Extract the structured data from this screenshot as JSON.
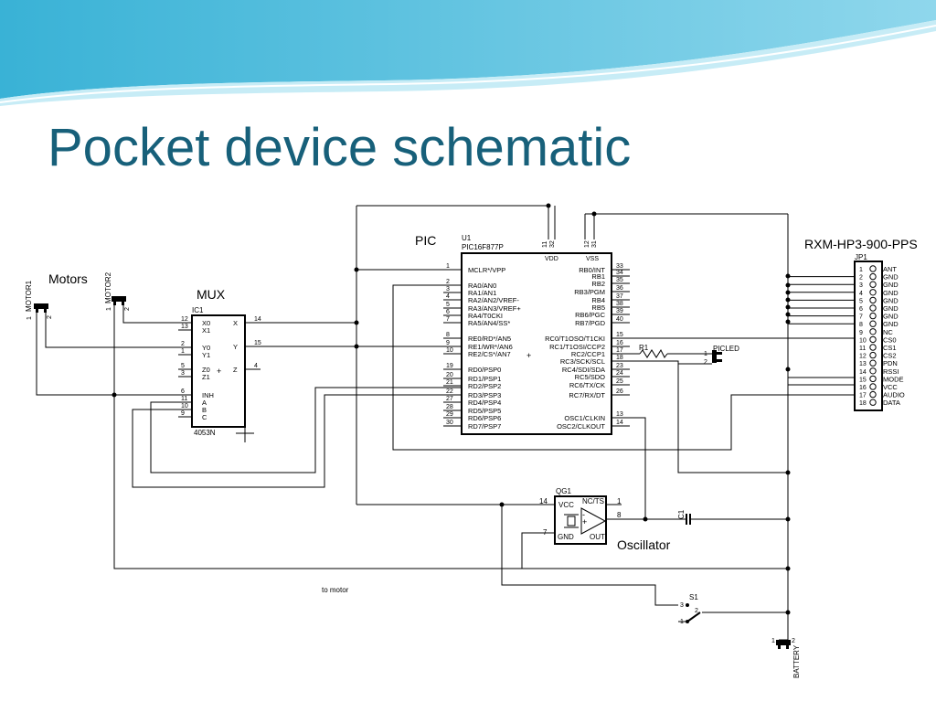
{
  "slide": {
    "title": "Pocket device schematic",
    "title_color": "#17607a",
    "header_wave_colors": [
      "#3fb8d8",
      "#a8e1ef"
    ]
  },
  "labels": {
    "pic": "PIC",
    "motors": "Motors",
    "mux": "MUX",
    "rx": "RXM-HP3-900-PPS",
    "oscillator": "Oscillator"
  },
  "pic": {
    "ref": "U1",
    "part": "PIC16F877P",
    "power": [
      {
        "name": "VDD",
        "pins": [
          "11",
          "32"
        ]
      },
      {
        "name": "VSS",
        "pins": [
          "12",
          "31"
        ]
      }
    ],
    "left_pins": [
      {
        "num": "1",
        "name": "MCLR*/VPP"
      },
      {
        "num": "2",
        "name": "RA0/AN0"
      },
      {
        "num": "3",
        "name": "RA1/AN1"
      },
      {
        "num": "4",
        "name": "RA2/AN2/VREF-"
      },
      {
        "num": "5",
        "name": "RA3/AN3/VREF+"
      },
      {
        "num": "6",
        "name": "RA4/T0CKI"
      },
      {
        "num": "7",
        "name": "RA5/AN4/SS*"
      },
      {
        "num": "8",
        "name": "RE0/RD*/AN5"
      },
      {
        "num": "9",
        "name": "RE1/WR*/AN6"
      },
      {
        "num": "10",
        "name": "RE2/CS*/AN7"
      },
      {
        "num": "19",
        "name": "RD0/PSP0"
      },
      {
        "num": "20",
        "name": "RD1/PSP1"
      },
      {
        "num": "21",
        "name": "RD2/PSP2"
      },
      {
        "num": "22",
        "name": "RD3/PSP3"
      },
      {
        "num": "27",
        "name": "RD4/PSP4"
      },
      {
        "num": "28",
        "name": "RD5/PSP5"
      },
      {
        "num": "29",
        "name": "RD6/PSP6"
      },
      {
        "num": "30",
        "name": "RD7/PSP7"
      }
    ],
    "right_pins": [
      {
        "num": "33",
        "name": "RB0/INT"
      },
      {
        "num": "34",
        "name": "RB1"
      },
      {
        "num": "35",
        "name": "RB2"
      },
      {
        "num": "36",
        "name": "RB3/PGM"
      },
      {
        "num": "37",
        "name": "RB4"
      },
      {
        "num": "38",
        "name": "RB5"
      },
      {
        "num": "39",
        "name": "RB6/PGC"
      },
      {
        "num": "40",
        "name": "RB7/PGD"
      },
      {
        "num": "15",
        "name": "RC0/T1OSO/T1CKI"
      },
      {
        "num": "16",
        "name": "RC1/T1OSI/CCP2"
      },
      {
        "num": "17",
        "name": "RC2/CCP1"
      },
      {
        "num": "18",
        "name": "RC3/SCK/SCL"
      },
      {
        "num": "23",
        "name": "RC4/SDI/SDA"
      },
      {
        "num": "24",
        "name": "RC5/SDO"
      },
      {
        "num": "25",
        "name": "RC6/TX/CK"
      },
      {
        "num": "26",
        "name": "RC7/RX/DT"
      },
      {
        "num": "13",
        "name": "OSC1/CLKIN"
      },
      {
        "num": "14",
        "name": "OSC2/CLKOUT"
      }
    ]
  },
  "mux": {
    "ref": "IC1",
    "part": "4053N",
    "left_pins": [
      {
        "num": "12",
        "name": "X0"
      },
      {
        "num": "13",
        "name": "X1"
      },
      {
        "num": "2",
        "name": "Y0"
      },
      {
        "num": "1",
        "name": "Y1"
      },
      {
        "num": "5",
        "name": "Z0"
      },
      {
        "num": "3",
        "name": "Z1"
      },
      {
        "num": "6",
        "name": "INH"
      },
      {
        "num": "11",
        "name": "A"
      },
      {
        "num": "10",
        "name": "B"
      },
      {
        "num": "9",
        "name": "C"
      }
    ],
    "right_pins": [
      {
        "num": "14",
        "name": "X"
      },
      {
        "num": "15",
        "name": "Y"
      },
      {
        "num": "4",
        "name": "Z"
      }
    ]
  },
  "receiver": {
    "ref": "JP1",
    "pins": [
      {
        "num": "1",
        "name": "ANT"
      },
      {
        "num": "2",
        "name": "GND"
      },
      {
        "num": "3",
        "name": "GND"
      },
      {
        "num": "4",
        "name": "GND"
      },
      {
        "num": "5",
        "name": "GND"
      },
      {
        "num": "6",
        "name": "GND"
      },
      {
        "num": "7",
        "name": "GND"
      },
      {
        "num": "8",
        "name": "GND"
      },
      {
        "num": "9",
        "name": "NC"
      },
      {
        "num": "10",
        "name": "CS0"
      },
      {
        "num": "11",
        "name": "CS1"
      },
      {
        "num": "12",
        "name": "CS2"
      },
      {
        "num": "13",
        "name": "PDN"
      },
      {
        "num": "14",
        "name": "RSSI"
      },
      {
        "num": "15",
        "name": "MODE"
      },
      {
        "num": "16",
        "name": "VCC"
      },
      {
        "num": "17",
        "name": "AUDIO"
      },
      {
        "num": "18",
        "name": "DATA"
      }
    ]
  },
  "oscillator": {
    "ref": "QG1",
    "pin_labels": {
      "vcc": "VCC",
      "nc": "NC/TS",
      "gnd": "GND",
      "out": "OUT"
    },
    "pin_nums": {
      "vcc": "14",
      "nc": "1",
      "gnd": "7",
      "out": "8"
    }
  },
  "components": {
    "motor1": {
      "ref": "MOTOR1",
      "pin1": "1",
      "pin2": "2"
    },
    "motor2": {
      "ref": "MOTOR2",
      "pin1": "1",
      "pin2": "2"
    },
    "r1": "R1",
    "led": {
      "ref": "PICLED",
      "pin1": "1",
      "pin2": "2"
    },
    "c1": "C1",
    "s1": {
      "ref": "S1",
      "pins": [
        "3",
        "2",
        "1"
      ]
    },
    "battery": {
      "ref": "BATTERY",
      "pin1": "1",
      "pin2": "2"
    },
    "to_motor": "to motor",
    "plus": "+"
  }
}
